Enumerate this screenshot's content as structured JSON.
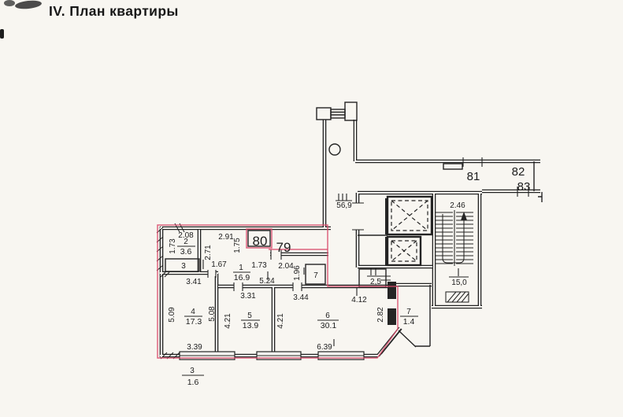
{
  "title": "IV. План квартиры",
  "plan": {
    "units": {
      "u79": "79",
      "u80": "80",
      "u81": "81",
      "u82": "82",
      "u83": "83"
    },
    "common": {
      "corridor_area": "56,9",
      "stair_flight_width": "2.46",
      "stair_area": "15,0",
      "lobby_area": "2,5"
    },
    "rooms": {
      "r1_num": "1",
      "r1_area": "16.9",
      "r2_num": "2",
      "r2_area": "3.6",
      "r3_num": "3",
      "r4_num": "4",
      "r4_area": "17.3",
      "r5_num": "5",
      "r5_area": "13.9",
      "r6_num": "6",
      "r6_area": "30.1",
      "r7_num": "7",
      "balc_right_num": "7",
      "balc_right_area": "1.4",
      "balc_bottom_num": "3",
      "balc_bottom_area": "1.6"
    },
    "dims": {
      "d_208": "2.08",
      "d_173a": "1.73",
      "d_291": "2.91",
      "d_271": "2.71",
      "d_175": "1.75",
      "d_167": "1.67",
      "d_173b": "1.73",
      "d_204": "2.04",
      "d_196": "1.96",
      "d_524": "5.24",
      "d_341": "3.41",
      "d_509": "5.09",
      "d_508": "5.08",
      "d_339": "3.39",
      "d_331": "3.31",
      "d_421a": "4.21",
      "d_421b": "4.21",
      "d_344": "3.44",
      "d_412": "4.12",
      "d_282": "2.82",
      "d_639": "6.39"
    }
  }
}
